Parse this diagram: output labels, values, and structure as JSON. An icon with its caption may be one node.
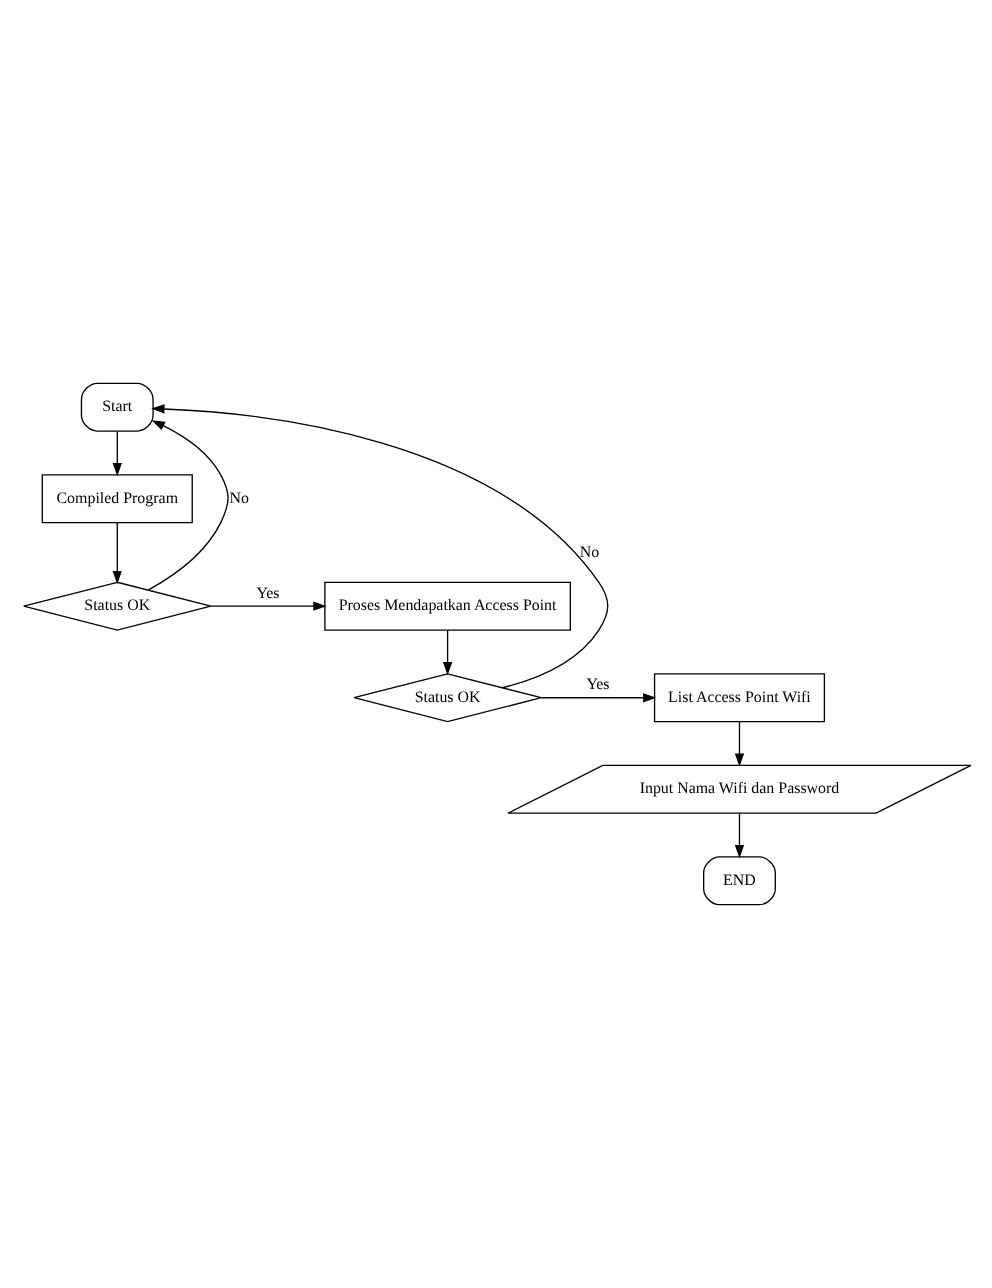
{
  "diagram": {
    "nodes": [
      {
        "text": [
          "Start"
        ]
      },
      {
        "text": [
          "Compiled Program"
        ]
      },
      {
        "text": [
          "Status OK"
        ]
      },
      {
        "text": [
          "Proses Mendapatkan Access Point"
        ]
      },
      {
        "text": [
          "Status OK"
        ]
      },
      {
        "text": [
          "List Access Point Wifi"
        ]
      },
      {
        "text": [
          "Input Nama Wifi dan Password"
        ]
      },
      {
        "text": [
          "END"
        ]
      }
    ],
    "edges": [
      {
        "from": 0,
        "to": 1,
        "arrow": "to"
      },
      {
        "from": 1,
        "to": 2,
        "arrow": "to"
      },
      {
        "from": 2,
        "to": 0,
        "arrow": "to",
        "label": "No"
      },
      {
        "from": 2,
        "to": 3,
        "arrow": "to",
        "label": "Yes"
      },
      {
        "from": 3,
        "to": 4,
        "arrow": "to"
      },
      {
        "from": 4,
        "to": 0,
        "arrow": "to",
        "label": "No"
      },
      {
        "from": 4,
        "to": 5,
        "arrow": "to",
        "label": "Yes"
      },
      {
        "from": 5,
        "to": 6,
        "arrow": "to"
      },
      {
        "from": 6,
        "to": 7,
        "arrow": "to"
      }
    ]
  }
}
